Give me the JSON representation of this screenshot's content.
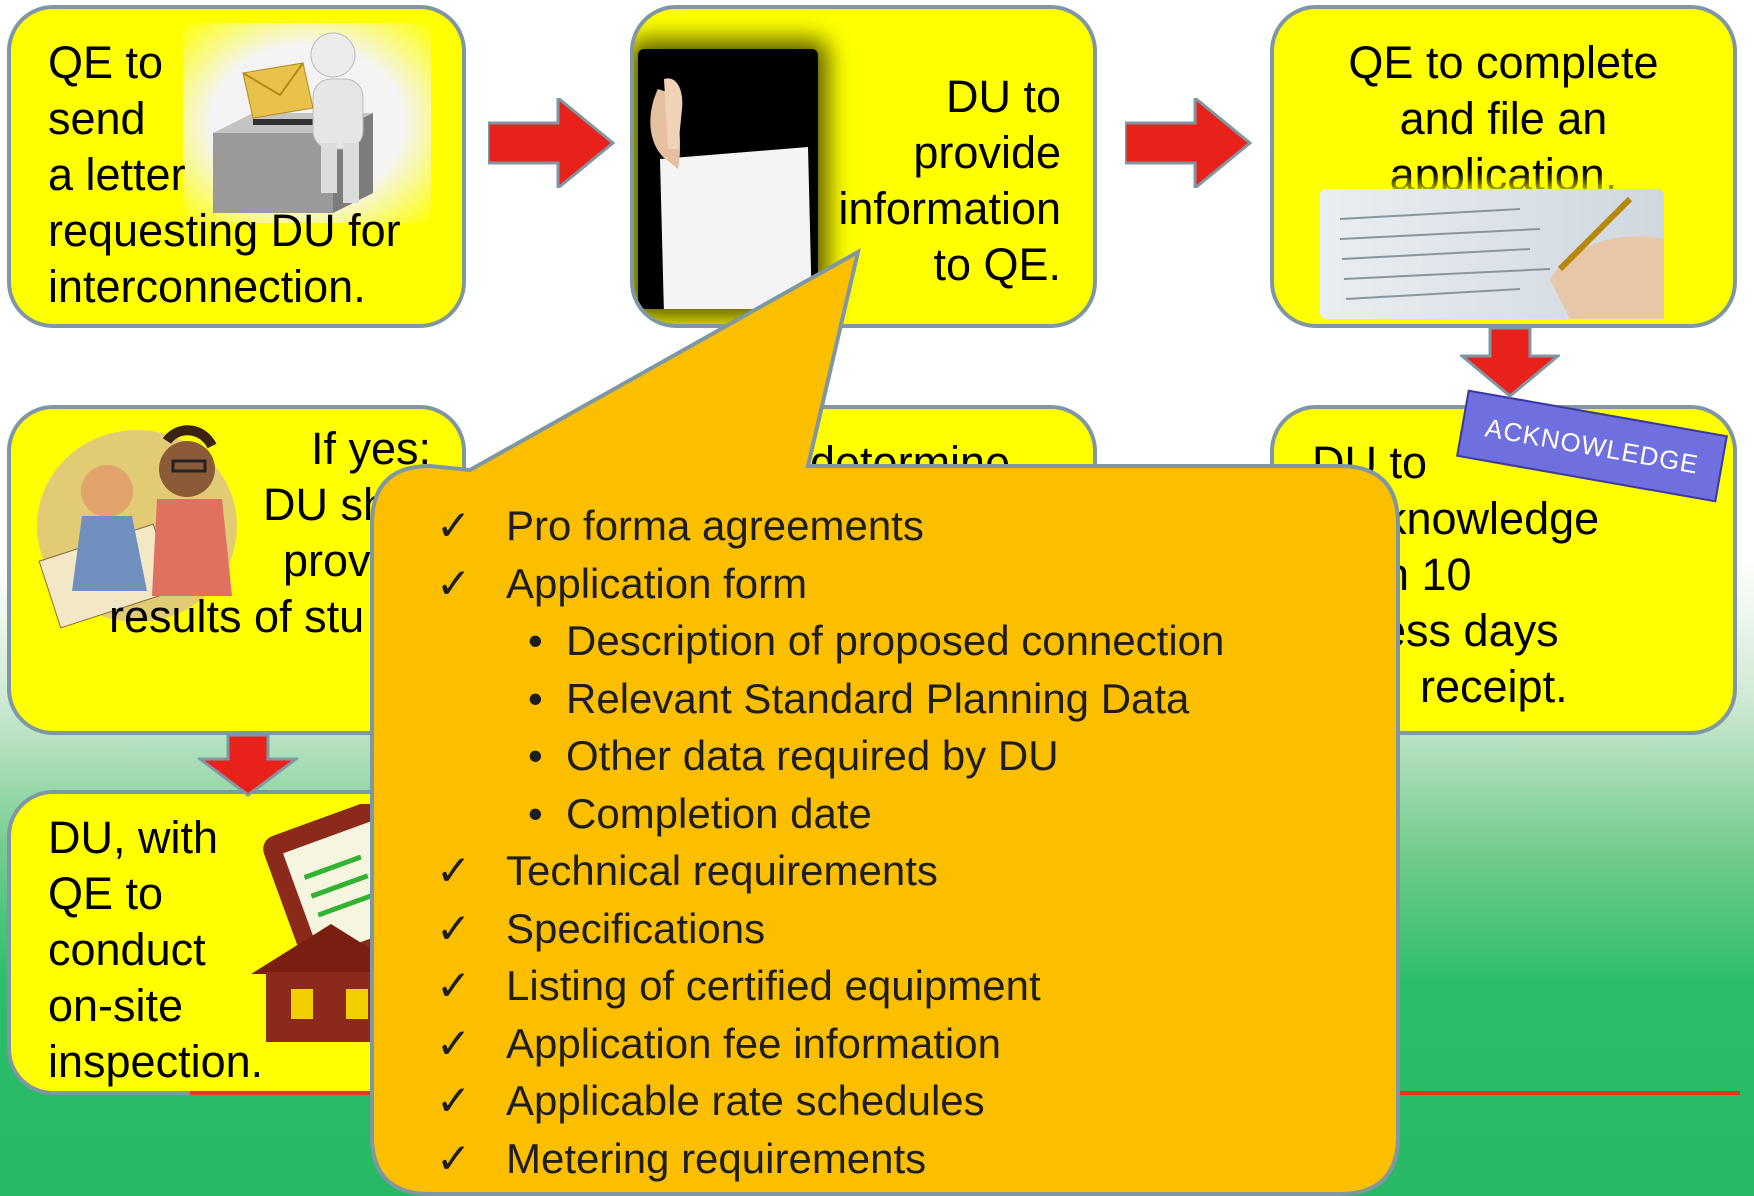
{
  "colors": {
    "box_fill": "#ffff00",
    "box_border": "#7f97a2",
    "arrow": "#e8221b",
    "callout_fill": "#fbbf00",
    "callout_border": "#7f97a2",
    "stamp": "#6f6fe0",
    "rule_line": "#e8371d"
  },
  "steps": {
    "step1": {
      "lines": [
        "QE to",
        "send",
        "a letter",
        "requesting DU for",
        "interconnection."
      ]
    },
    "step2": {
      "lines": [
        "DU to",
        "provide",
        "information",
        "to QE."
      ]
    },
    "step3": {
      "lines": [
        "QE to complete",
        "and file an",
        "application."
      ]
    },
    "step4": {
      "lines": [
        "DU to",
        "knowledge",
        "n 10",
        "hess days",
        "receipt."
      ],
      "stamp": "ACKNOWLEDGE"
    },
    "step5": {
      "lines": [
        "determine"
      ]
    },
    "step6": {
      "lines": [
        "If yes:",
        "DU sh",
        "prov",
        "results of stu"
      ]
    },
    "step7": {
      "lines": [
        "DU, with",
        "QE to",
        "conduct",
        "on-site",
        "inspection."
      ]
    }
  },
  "callout": {
    "check_glyph": "✓",
    "bullet_glyph": "•",
    "items": [
      "Pro forma agreements",
      "Application form",
      "Technical requirements",
      "Specifications",
      "Listing of certified equipment",
      "Application fee information",
      "Applicable rate schedules",
      "Metering requirements"
    ],
    "subitems": [
      "Description of proposed connection",
      "Relevant Standard Planning Data",
      "Other data required by DU",
      "Completion date"
    ]
  },
  "icons": {
    "step1": "ballot-box-person-icon",
    "step2": "hand-holding-paper-icon",
    "step3": "hand-writing-document-icon",
    "step6": "people-studying-icon",
    "step7": "clipboard-house-icon"
  }
}
